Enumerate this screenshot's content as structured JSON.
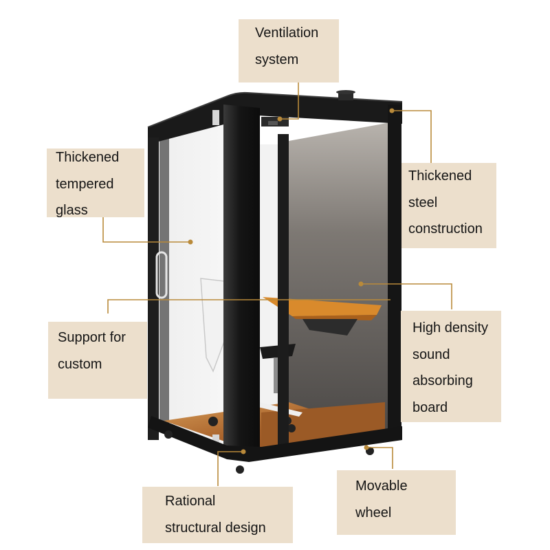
{
  "colors": {
    "label_bg": "#ecdfcc",
    "callout_line": "#b98a3a",
    "frame": "#1b1b1b",
    "floor": "#b5712e",
    "panel": "#6f6b67",
    "desk": "#d98a2c"
  },
  "labels": {
    "ventilation": {
      "lines": [
        "Ventilation",
        "system"
      ]
    },
    "glass": {
      "lines": [
        "Thickened",
        "tempered",
        "glass"
      ]
    },
    "steel": {
      "lines": [
        "Thickened",
        "steel",
        "construction"
      ]
    },
    "sound": {
      "lines": [
        "High density",
        "sound",
        "absorbing",
        "board"
      ]
    },
    "custom": {
      "lines": [
        "Support for",
        "custom"
      ]
    },
    "structural": {
      "lines": [
        "Rational",
        "structural design"
      ]
    },
    "wheel": {
      "lines": [
        "Movable",
        "wheel"
      ]
    }
  }
}
